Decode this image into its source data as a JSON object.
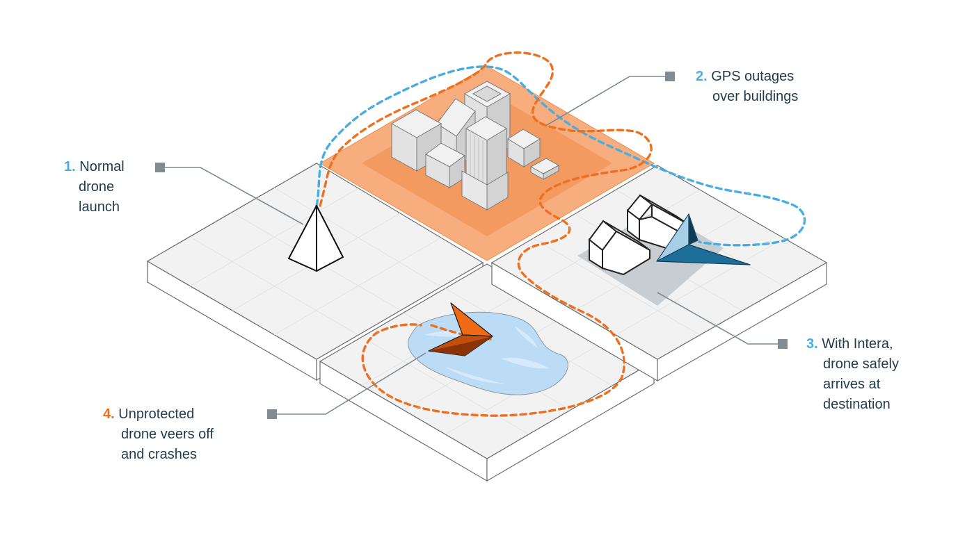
{
  "colors": {
    "background": "#ffffff",
    "tile_top": "#f2f2f2",
    "tile_side": "#ffffff",
    "tile_edge": "#6f6f6f",
    "grid": "#e2e2e2",
    "urban_tile": "#f7ad7d",
    "urban_inner": "#f39a61",
    "building_top": "#f1f1f1",
    "building_left": "#e2e2e2",
    "building_right": "#cfcfcf",
    "water": "#bcdcf6",
    "water_light": "#d7eafb",
    "shadow": "#c7cdd0",
    "orange": "#ee6f1f",
    "blue": "#48ade0",
    "drone_blue": "#1d6e99",
    "drone_blue_light": "#a9cfe6",
    "drone_orange": "#ef6a14",
    "drone_orange_dark": "#c44e0b",
    "leader_line": "#7f8b91",
    "marker": "#808b92",
    "text": "#1f3a4d"
  },
  "callouts": [
    {
      "id": "normal-launch",
      "number": "1.",
      "number_color": "#48ade0",
      "lines": [
        "Normal",
        "drone",
        "launch"
      ]
    },
    {
      "id": "gps-outages",
      "number": "2.",
      "number_color": "#48ade0",
      "lines": [
        "GPS outages",
        "over buildings"
      ]
    },
    {
      "id": "intera-arrives",
      "number": "3.",
      "number_color": "#48ade0",
      "lines": [
        "With Intera,",
        "drone safely",
        "arrives at",
        "destination"
      ]
    },
    {
      "id": "unprotected-crash",
      "number": "4.",
      "number_color": "#ee6f1f",
      "lines": [
        "Unprotected",
        "drone veers off",
        "and crashes"
      ]
    }
  ],
  "paths": [
    {
      "id": "intera-flight-path",
      "color": "#48ade0",
      "style": "dashed"
    },
    {
      "id": "unprotected-flight-path",
      "color": "#ee6f1f",
      "style": "dashed"
    }
  ],
  "icons": [
    "white-pyramid-drone-icon",
    "blue-arrival-drone-icon",
    "orange-crashed-drone-icon",
    "house-icon",
    "office-building-icon"
  ]
}
